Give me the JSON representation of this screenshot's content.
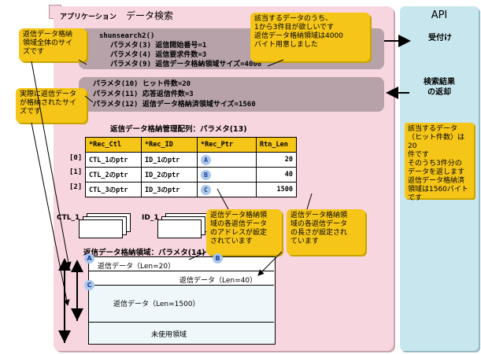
{
  "app": {
    "label": "アプリケーション",
    "title": "データ検索"
  },
  "api": {
    "title": "API",
    "accept": "受付け",
    "return_line1": "検索結果",
    "return_line2": "の返却",
    "note": [
      "該当するデータ",
      "（ヒット件数）は20",
      "件です",
      "そのうち3件分の",
      "データを返します",
      "返信データ格納済",
      "領域は1560バイト",
      "です"
    ]
  },
  "request": {
    "fn": "shunsearch2()",
    "lines": [
      "パラメタ(3) 返信開始番号=1",
      "パラメタ(4) 返信要求件数=3",
      "パラメタ(9) 返信データ格納領域サイズ=4000"
    ]
  },
  "response": {
    "lines": [
      "パラメタ(10) ヒット件数=20",
      "パラメタ(11) 応答返信件数=3",
      "パラメタ(12) 返信データ格納済領域サイズ=1560"
    ]
  },
  "callouts": {
    "top_right": [
      "該当するデータのうち、",
      "1から3件目が欲しいです",
      "返信データ格納領域は4000",
      "バイト用意しました"
    ],
    "left_total": [
      "返信データ格納",
      "領域全体のサイ",
      "ズです"
    ],
    "left_actual": [
      "実際に返信データ",
      "が格納されたサイ",
      "ズです"
    ],
    "addr": [
      "返信データ格納領",
      "域の各返信データ",
      "のアドレスが設定",
      "されています"
    ],
    "len": [
      "返信データ格納領",
      "域の各返信データ",
      "の長さが設定され",
      "ています"
    ]
  },
  "mgmt": {
    "title": "返信データ格納管理配列：パラメタ(13)",
    "headers": [
      "*Rec_Ctl",
      "*Rec_ID",
      "*Rec_Ptr",
      "Rtn_Len"
    ],
    "rows": [
      {
        "idx": "[0]",
        "ctl": "CTL_1のptr",
        "id": "ID_1のptr",
        "ptr": "A",
        "len": "20"
      },
      {
        "idx": "[1]",
        "ctl": "CTL_2のptr",
        "id": "ID_2のptr",
        "ptr": "B",
        "len": "40"
      },
      {
        "idx": "[2]",
        "ctl": "CTL_3のptr",
        "id": "ID_3のptr",
        "ptr": "C",
        "len": "1500"
      }
    ]
  },
  "stacks": {
    "ctl": "CTL_1",
    "id": "ID_1"
  },
  "area": {
    "title": "返信データ格納領域：パラメタ(14)",
    "r1": "返信データ（Len=20）",
    "r2": "返信データ（Len=40）",
    "r3": "返信データ（Len=1500）",
    "unused": "未使用領域",
    "markers": [
      "A",
      "B",
      "C"
    ]
  },
  "colors": {
    "app_bg": "#f8d6df",
    "api_bg": "#c8e6ee",
    "callout": "#f5c518",
    "band": "#b6a2a8",
    "marker": "#a9c8ec"
  }
}
